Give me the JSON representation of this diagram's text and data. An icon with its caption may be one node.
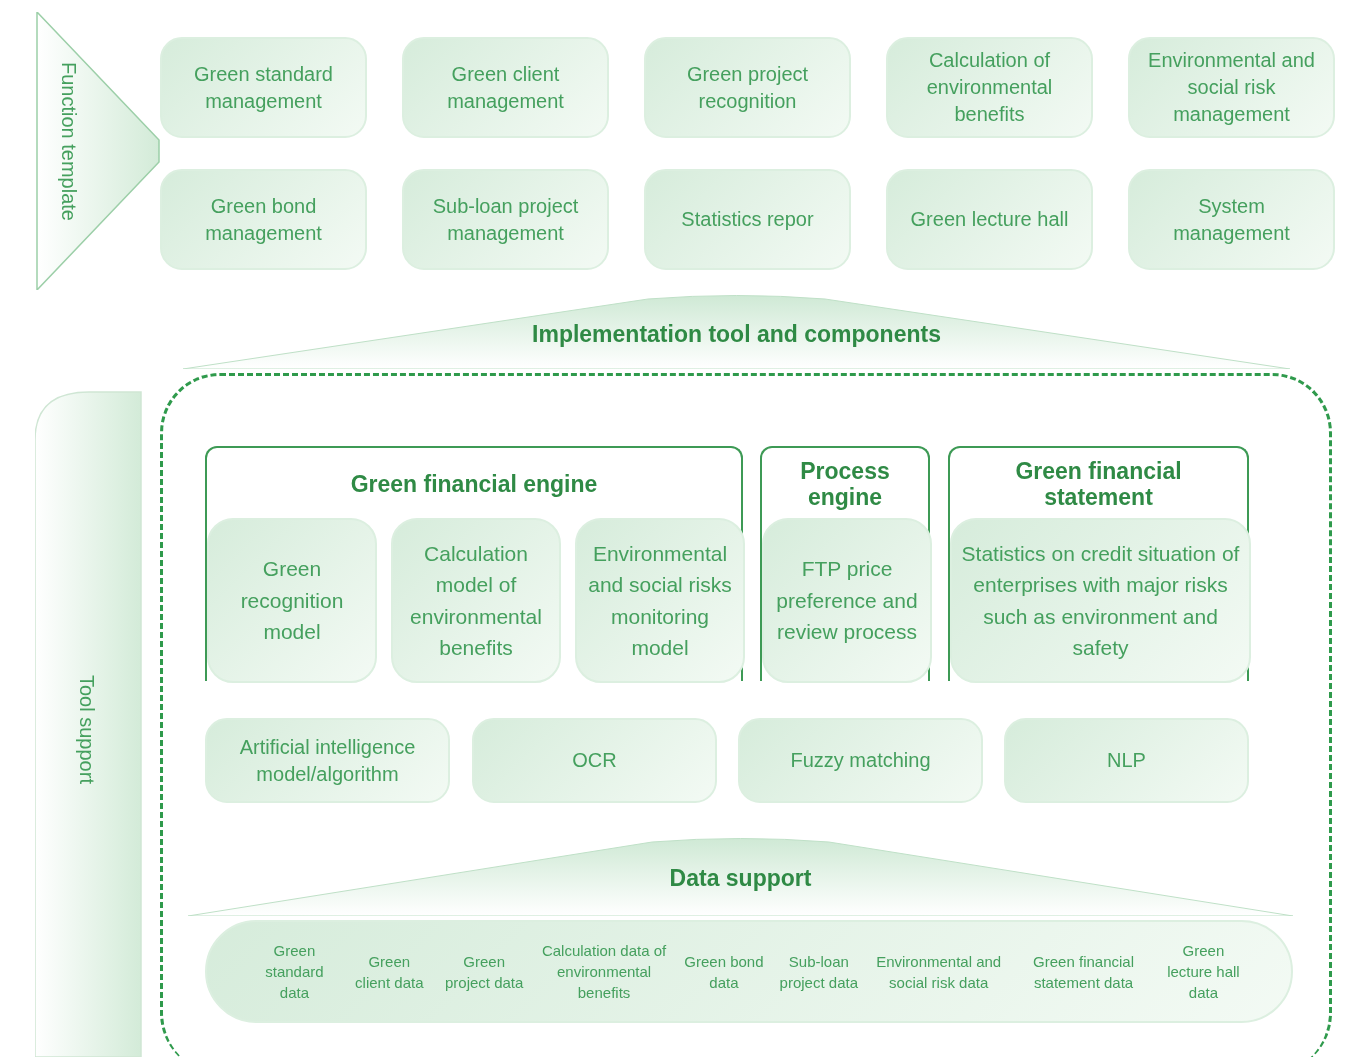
{
  "diagram": {
    "nodes": [
      {
        "text": [
          "Function template"
        ]
      },
      {
        "text": [
          "Green standard management"
        ]
      },
      {
        "text": [
          "Green client management"
        ]
      },
      {
        "text": [
          "Green project recognition"
        ]
      },
      {
        "text": [
          "Calculation of environmental benefits"
        ]
      },
      {
        "text": [
          "Environmental and social risk management"
        ]
      },
      {
        "text": [
          "Green bond management"
        ]
      },
      {
        "text": [
          "Sub-loan project management"
        ]
      },
      {
        "text": [
          "Statistics repor"
        ]
      },
      {
        "text": [
          "Green lecture hall"
        ]
      },
      {
        "text": [
          "System management"
        ]
      },
      {
        "text": [
          "Implementation tool and components"
        ]
      },
      {
        "text": [
          "Tool support"
        ]
      },
      {
        "text": [],
        "shape": "box"
      },
      {
        "text": [
          "Green financial engine"
        ],
        "in": 13
      },
      {
        "text": [
          "Green recognition model"
        ],
        "in": 14
      },
      {
        "text": [
          "Calculation model of environmental benefits"
        ],
        "in": 14
      },
      {
        "text": [
          "Environmental and social risks monitoring model"
        ],
        "in": 14
      },
      {
        "text": [
          "Process engine"
        ],
        "in": 13
      },
      {
        "text": [
          "FTP price preference and review process"
        ],
        "in": 18
      },
      {
        "text": [
          "Green financial statement"
        ],
        "in": 13
      },
      {
        "text": [
          "Statistics on credit situation of enterprises with major risks such as environment and safety"
        ],
        "in": 20
      },
      {
        "text": [
          "Artificial intelligence model/algorithm"
        ],
        "in": 13
      },
      {
        "text": [
          "OCR"
        ],
        "in": 13
      },
      {
        "text": [
          "Fuzzy matching"
        ],
        "in": 13
      },
      {
        "text": [
          "NLP"
        ],
        "in": 13
      },
      {
        "text": [
          "Data support"
        ],
        "in": 13
      },
      {
        "text": [
          "Green standard data",
          "Green client data",
          "Green project data",
          "Calculation data of environmental benefits",
          "Green bond data",
          "Sub-loan project data",
          "Environmental and social risk data",
          "Green financial statement data",
          "Green lecture hall data"
        ],
        "in": 13
      }
    ]
  }
}
